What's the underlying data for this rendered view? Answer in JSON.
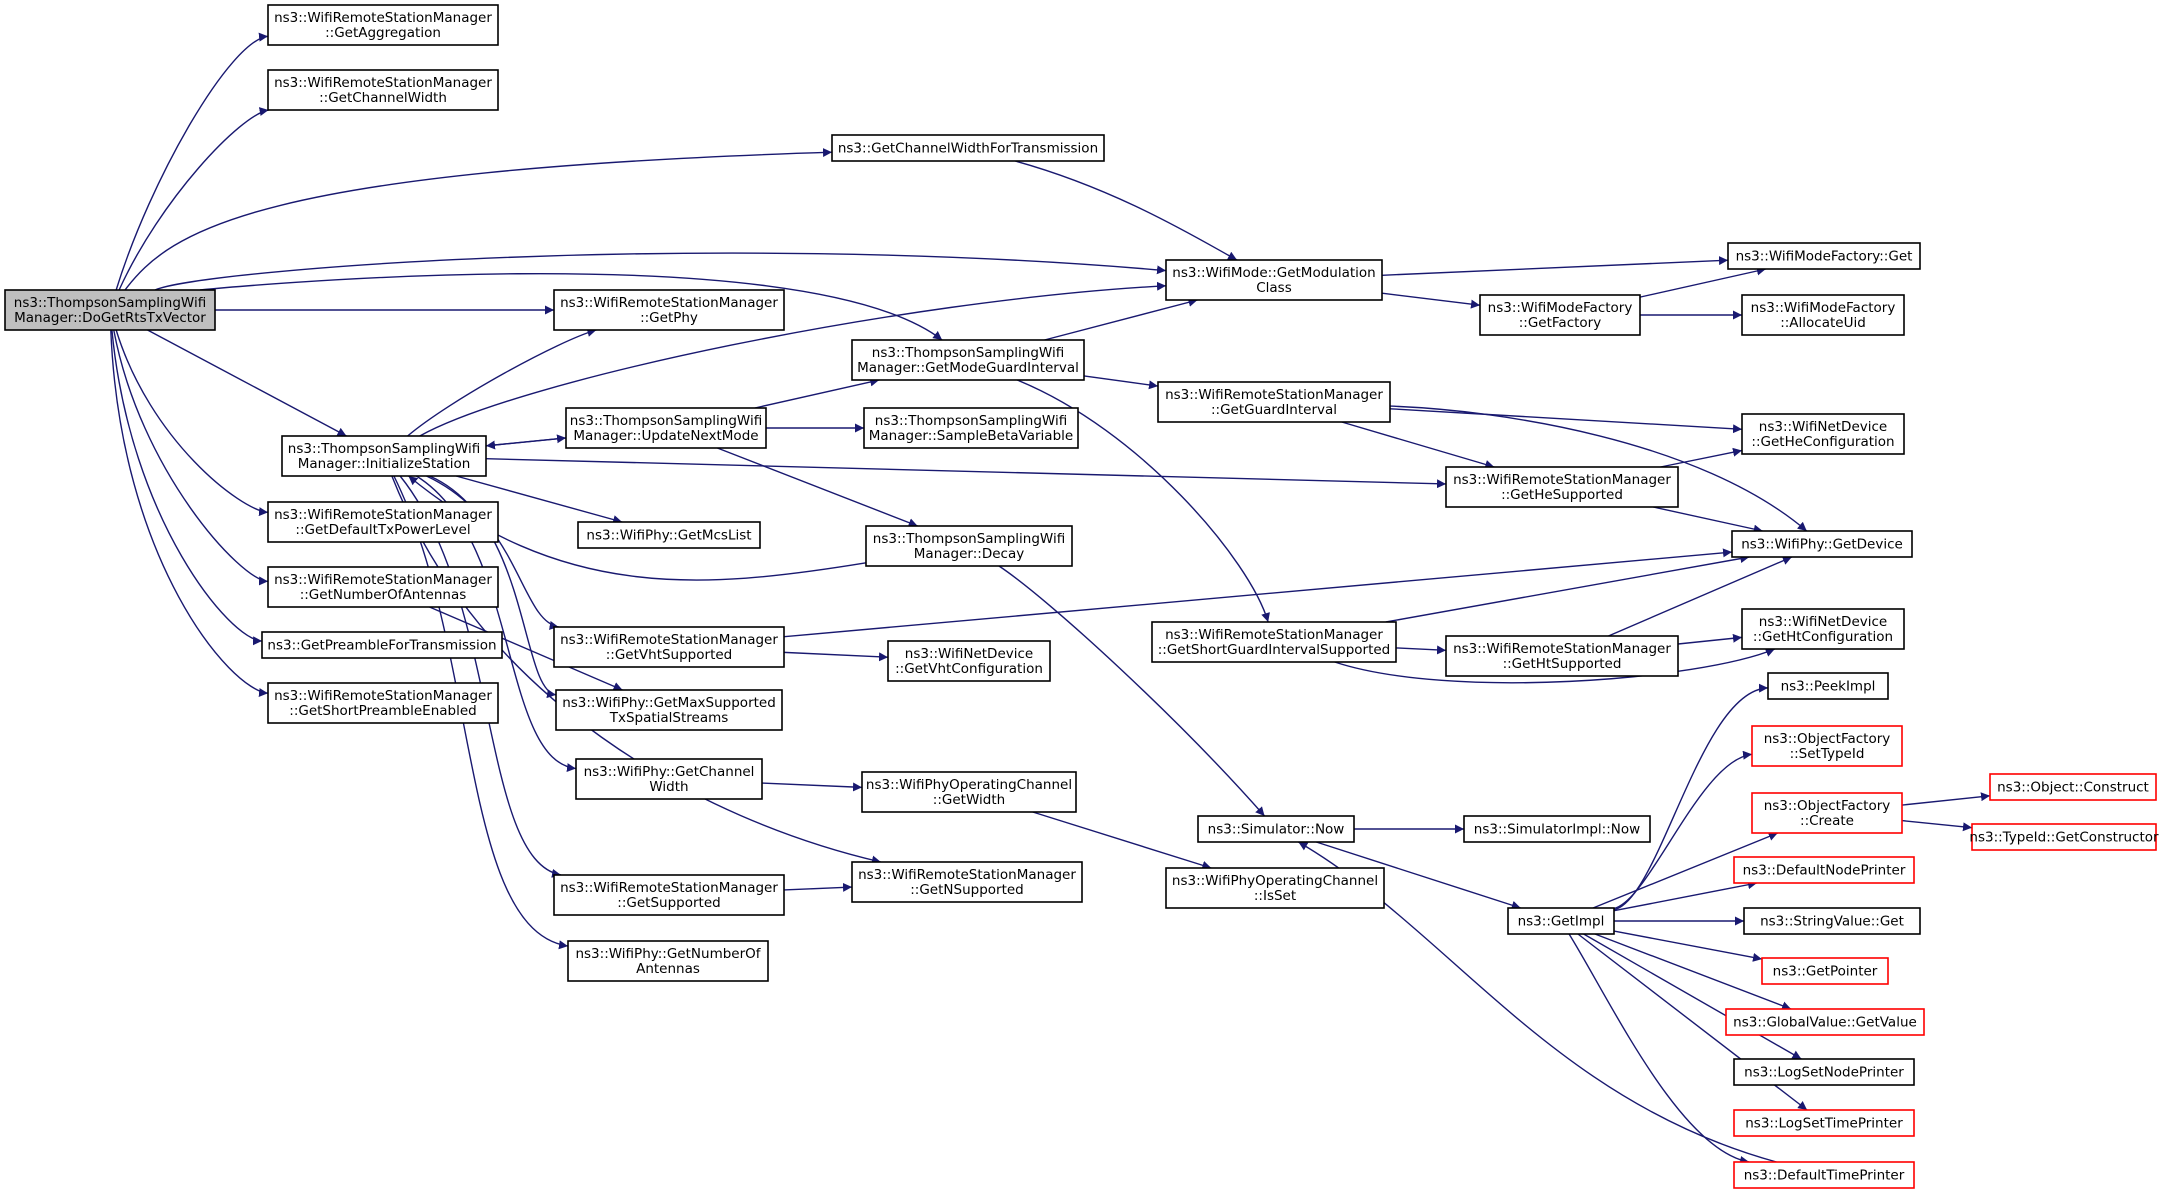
{
  "colors": {
    "edge": "#191970",
    "node_border": "#000000",
    "truncated_border": "#ff0000",
    "root_fill": "#bfbfbf"
  },
  "nodes": [
    {
      "id": "root",
      "lines": [
        "ns3::ThompsonSamplingWifi",
        "Manager::DoGetRtsTxVector"
      ]
    },
    {
      "id": "getAgg",
      "lines": [
        "ns3::WifiRemoteStationManager",
        "::GetAggregation"
      ]
    },
    {
      "id": "getCW",
      "lines": [
        "ns3::WifiRemoteStationManager",
        "::GetChannelWidth"
      ]
    },
    {
      "id": "getCWTx",
      "lines": [
        "ns3::GetChannelWidthForTransmission"
      ]
    },
    {
      "id": "getModClass",
      "lines": [
        "ns3::WifiMode::GetModulation",
        "Class"
      ]
    },
    {
      "id": "modeFactGet",
      "lines": [
        "ns3::WifiModeFactory::Get"
      ]
    },
    {
      "id": "modeFactGetFactory",
      "lines": [
        "ns3::WifiModeFactory",
        "::GetFactory"
      ]
    },
    {
      "id": "allocUid",
      "lines": [
        "ns3::WifiModeFactory",
        "::AllocateUid"
      ]
    },
    {
      "id": "getPhy",
      "lines": [
        "ns3::WifiRemoteStationManager",
        "::GetPhy"
      ]
    },
    {
      "id": "getModeGI",
      "lines": [
        "ns3::ThompsonSamplingWifi",
        "Manager::GetModeGuardInterval"
      ]
    },
    {
      "id": "getGI",
      "lines": [
        "ns3::WifiRemoteStationManager",
        "::GetGuardInterval"
      ]
    },
    {
      "id": "initStation",
      "lines": [
        "ns3::ThompsonSamplingWifi",
        "Manager::InitializeStation"
      ]
    },
    {
      "id": "updateNextMode",
      "lines": [
        "ns3::ThompsonSamplingWifi",
        "Manager::UpdateNextMode"
      ]
    },
    {
      "id": "sampleBeta",
      "lines": [
        "ns3::ThompsonSamplingWifi",
        "Manager::SampleBetaVariable"
      ]
    },
    {
      "id": "getHeConf",
      "lines": [
        "ns3::WifiNetDevice",
        "::GetHeConfiguration"
      ]
    },
    {
      "id": "getHeSup",
      "lines": [
        "ns3::WifiRemoteStationManager",
        "::GetHeSupported"
      ]
    },
    {
      "id": "getDefTxPow",
      "lines": [
        "ns3::WifiRemoteStationManager",
        "::GetDefaultTxPowerLevel"
      ]
    },
    {
      "id": "getMcsList",
      "lines": [
        "ns3::WifiPhy::GetMcsList"
      ]
    },
    {
      "id": "decay",
      "lines": [
        "ns3::ThompsonSamplingWifi",
        "Manager::Decay"
      ]
    },
    {
      "id": "getDevice",
      "lines": [
        "ns3::WifiPhy::GetDevice"
      ]
    },
    {
      "id": "getNumAnt",
      "lines": [
        "ns3::WifiRemoteStationManager",
        "::GetNumberOfAntennas"
      ]
    },
    {
      "id": "getPreamble",
      "lines": [
        "ns3::GetPreambleForTransmission"
      ]
    },
    {
      "id": "getVhtSup",
      "lines": [
        "ns3::WifiRemoteStationManager",
        "::GetVhtSupported"
      ]
    },
    {
      "id": "getShortGISup",
      "lines": [
        "ns3::WifiRemoteStationManager",
        "::GetShortGuardIntervalSupported"
      ]
    },
    {
      "id": "getHtSup",
      "lines": [
        "ns3::WifiRemoteStationManager",
        "::GetHtSupported"
      ]
    },
    {
      "id": "getHtConf",
      "lines": [
        "ns3::WifiNetDevice",
        "::GetHtConfiguration"
      ]
    },
    {
      "id": "getVhtConf",
      "lines": [
        "ns3::WifiNetDevice",
        "::GetVhtConfiguration"
      ]
    },
    {
      "id": "getShortPreamble",
      "lines": [
        "ns3::WifiRemoteStationManager",
        "::GetShortPreambleEnabled"
      ]
    },
    {
      "id": "getMaxSS",
      "lines": [
        "ns3::WifiPhy::GetMaxSupported",
        "TxSpatialStreams"
      ]
    },
    {
      "id": "peekImpl",
      "lines": [
        "ns3::PeekImpl"
      ]
    },
    {
      "id": "setTypeId",
      "lines": [
        "ns3::ObjectFactory",
        "::SetTypeId"
      ],
      "truncated": true
    },
    {
      "id": "phyGetCW",
      "lines": [
        "ns3::WifiPhy::GetChannel",
        "Width"
      ]
    },
    {
      "id": "opChGetWidth",
      "lines": [
        "ns3::WifiPhyOperatingChannel",
        "::GetWidth"
      ]
    },
    {
      "id": "ofCreate",
      "lines": [
        "ns3::ObjectFactory",
        "::Create"
      ],
      "truncated": true
    },
    {
      "id": "objConstruct",
      "lines": [
        "ns3::Object::Construct"
      ],
      "truncated": true
    },
    {
      "id": "simNow",
      "lines": [
        "ns3::Simulator::Now"
      ]
    },
    {
      "id": "simImplNow",
      "lines": [
        "ns3::SimulatorImpl::Now"
      ]
    },
    {
      "id": "typeIdGetCtor",
      "lines": [
        "ns3::TypeId::GetConstructor"
      ],
      "truncated": true
    },
    {
      "id": "defNodePrinter",
      "lines": [
        "ns3::DefaultNodePrinter"
      ],
      "truncated": true
    },
    {
      "id": "getSupported",
      "lines": [
        "ns3::WifiRemoteStationManager",
        "::GetSupported"
      ]
    },
    {
      "id": "getNSup",
      "lines": [
        "ns3::WifiRemoteStationManager",
        "::GetNSupported"
      ]
    },
    {
      "id": "opChIsSet",
      "lines": [
        "ns3::WifiPhyOperatingChannel",
        "::IsSet"
      ]
    },
    {
      "id": "getImpl",
      "lines": [
        "ns3::GetImpl"
      ]
    },
    {
      "id": "strValGet",
      "lines": [
        "ns3::StringValue::Get"
      ]
    },
    {
      "id": "phyGetNumAnt",
      "lines": [
        "ns3::WifiPhy::GetNumberOf",
        "Antennas"
      ]
    },
    {
      "id": "getPointer",
      "lines": [
        "ns3::GetPointer"
      ],
      "truncated": true
    },
    {
      "id": "globalGetValue",
      "lines": [
        "ns3::GlobalValue::GetValue"
      ],
      "truncated": true
    },
    {
      "id": "logSetNodePrinter",
      "lines": [
        "ns3::LogSetNodePrinter"
      ]
    },
    {
      "id": "logSetTimePrinter",
      "lines": [
        "ns3::LogSetTimePrinter"
      ],
      "truncated": true
    },
    {
      "id": "defTimePrinter",
      "lines": [
        "ns3::DefaultTimePrinter"
      ],
      "truncated": true
    }
  ]
}
